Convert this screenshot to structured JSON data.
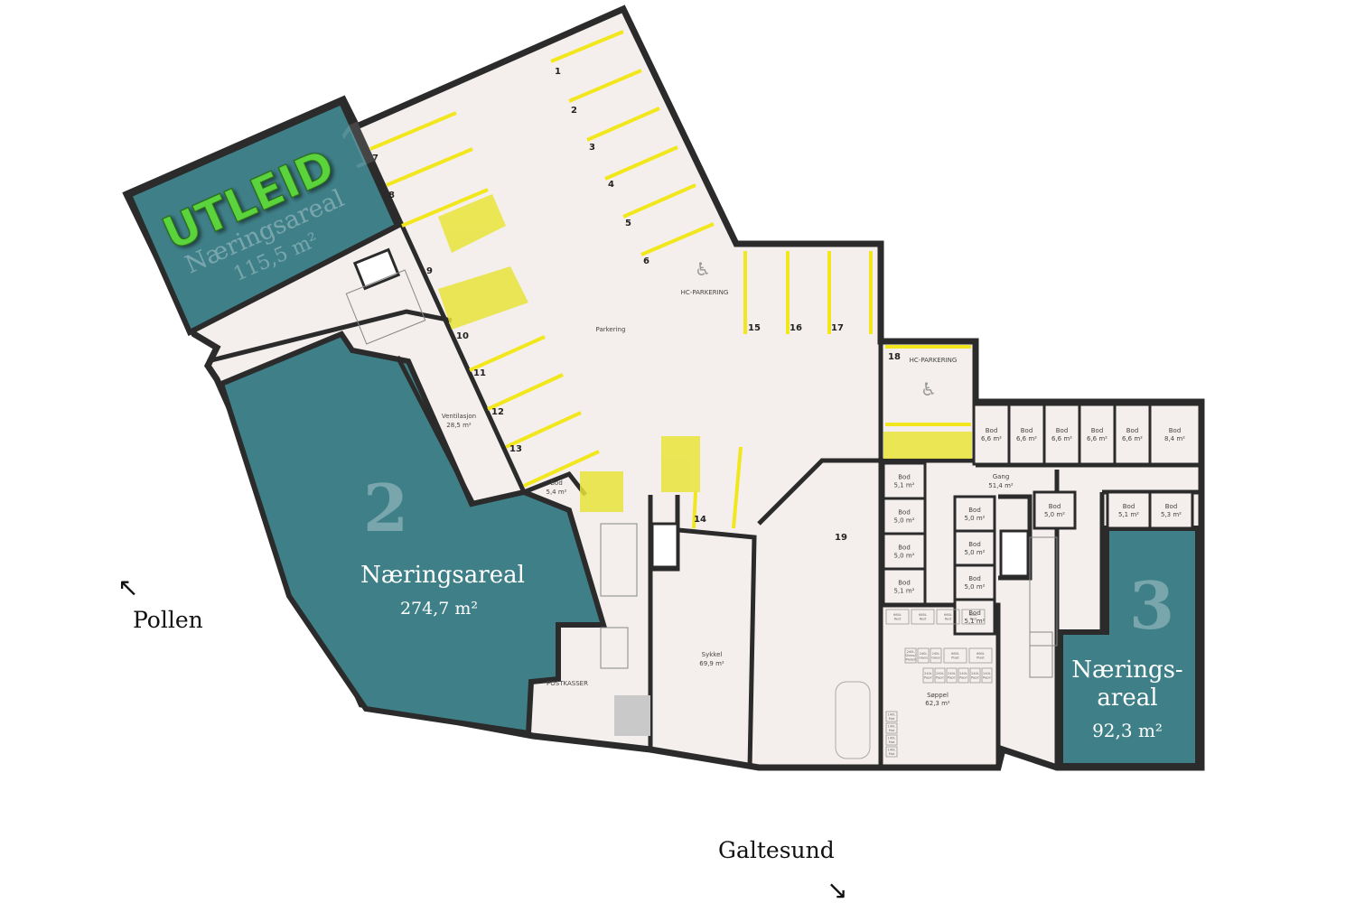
{
  "units": [
    {
      "number": "1",
      "name": "Næringsareal",
      "area": "115,5 m²",
      "status": "UTLEID"
    },
    {
      "number": "2",
      "name": "Næringsareal",
      "area": "274,7 m²"
    },
    {
      "number": "3",
      "name_line1": "Nærings-",
      "name_line2": "areal",
      "area": "92,3 m²"
    }
  ],
  "colors": {
    "unit": "#3f8088",
    "floor": "#f4efec",
    "wall": "#2b2b2b",
    "parking_line": "#f2e71c",
    "utleid": "#5bd33c"
  },
  "parking": {
    "label": "Parkering",
    "hc_label": "HC-PARKERING",
    "spots": [
      "1",
      "2",
      "3",
      "4",
      "5",
      "6",
      "7",
      "8",
      "9",
      "10",
      "11",
      "12",
      "13",
      "14",
      "15",
      "16",
      "17",
      "18",
      "19"
    ]
  },
  "rooms": {
    "ventilasjon": {
      "name": "Ventilasjon",
      "area": "28,5 m²"
    },
    "bod_small": {
      "name": "Bod",
      "area": "5,4 m²"
    },
    "sykkel": {
      "name": "Sykkel",
      "area": "69,9 m²"
    },
    "postkasser": "POSTKASSER",
    "gang": {
      "name": "Gang",
      "area": "51,4 m²"
    },
    "soppel": {
      "name": "Søppel",
      "area": "62,3 m²"
    },
    "bod_top": [
      "6,6 m²",
      "6,6 m²",
      "6,6 m²",
      "6,6 m²",
      "6,6 m²",
      "8,4 m²"
    ],
    "bod_left": [
      "5,1 m²",
      "5,0 m²",
      "5,0 m²",
      "5,1 m²"
    ],
    "bod_mid": [
      "5,0 m²",
      "5,0 m²",
      "5,0 m²",
      "5,1 m²"
    ],
    "bod_single": "5,0 m²",
    "bod_right": [
      "5,1 m²",
      "5,3 m²"
    ],
    "bod_label": "Bod"
  },
  "bins": {
    "rest": [
      "660L Rest",
      "660L Rest",
      "660L Rest",
      "660L Rest"
    ],
    "glass": [
      "240L Glass/ Metall",
      "240L Glass",
      "240L Glass"
    ],
    "plast": [
      "660L Plast",
      "660L Plast"
    ],
    "papir": [
      "240L Papir",
      "240L Papir",
      "240L Papir",
      "240L Papir",
      "240L Papir",
      "240L Papir"
    ],
    "mat": [
      "140L Mat",
      "140L Mat",
      "140L Mat",
      "140L Mat"
    ]
  },
  "compass": {
    "left": "Pollen",
    "bottom": "Galtesund"
  }
}
